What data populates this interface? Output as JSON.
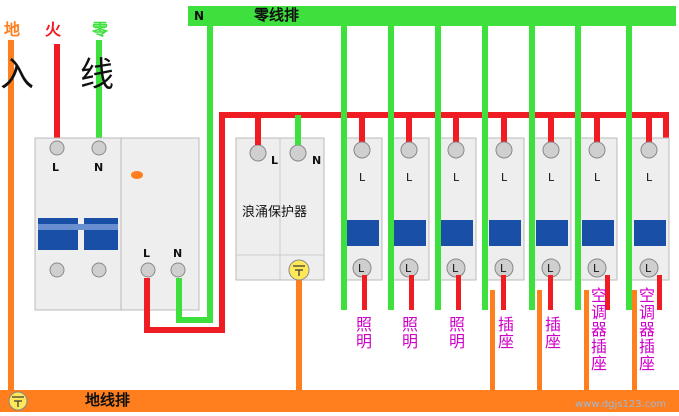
{
  "labels": {
    "ground_top": "地",
    "live_top": "火",
    "neutral_top": "零",
    "incoming_left": "入",
    "incoming_right": "线",
    "neutral_bus": "零线排",
    "neutral_bus_n": "N",
    "ground_bus": "地线排",
    "spd": "浪涌保护器",
    "watermark": "www.dgjs123.com"
  },
  "terminals": {
    "L": "L",
    "N": "N"
  },
  "circuits": [
    {
      "name": "照明"
    },
    {
      "name": "照明"
    },
    {
      "name": "照明"
    },
    {
      "name": "插座"
    },
    {
      "name": "插座"
    },
    {
      "name": "空调器插座"
    },
    {
      "name": "空调器插座"
    }
  ],
  "colors": {
    "live": "#ef1c23",
    "neutral": "#3ee03e",
    "ground": "#ff7f1e",
    "breaker_blue": "#1a4fa8",
    "circuit_label": "#d000c8",
    "breaker_body": "#eeeeee"
  }
}
